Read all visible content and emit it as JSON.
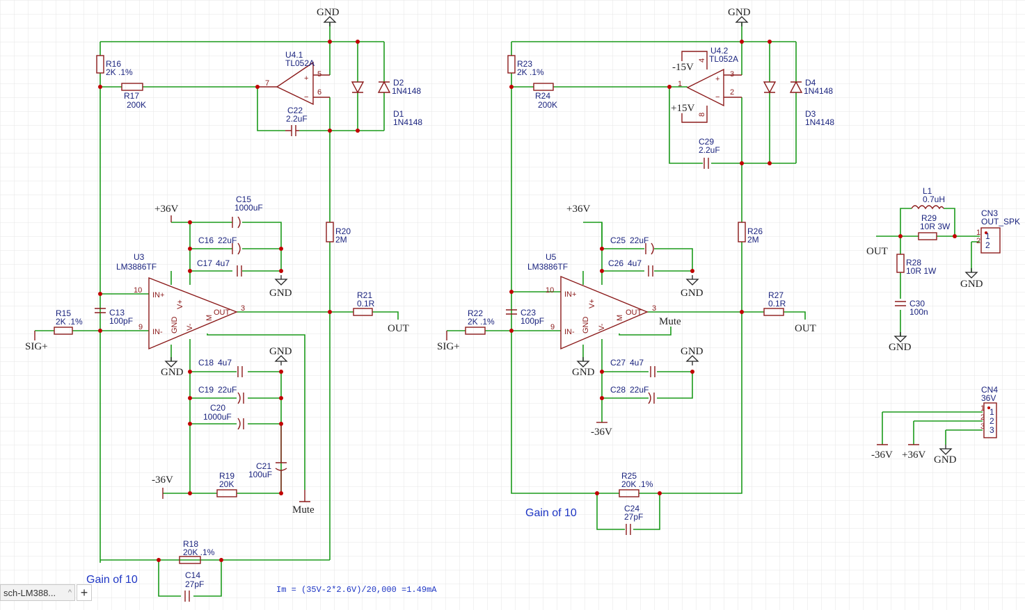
{
  "sheet": {
    "tab_label": "sch-LM388...",
    "add_tab_symbol": "+",
    "tab_chevron": "^"
  },
  "colors": {
    "wire": "#1a9a1a",
    "part": "#8b1a1a",
    "label": "#1a237e",
    "note": "#1d35c4",
    "grid": "#e6e6e6"
  },
  "icons": {
    "add_tab": "plus-icon",
    "tab_menu": "chevron-up-icon"
  },
  "nets": {
    "gnd": "GND",
    "p36": "+36V",
    "n36": "-36V",
    "p15": "+15V",
    "n15": "-15V",
    "sig": "SIG+",
    "out": "OUT",
    "mute": "Mute"
  },
  "left": {
    "r16": [
      "R16",
      "2K .1%"
    ],
    "r17": [
      "R17",
      "200K"
    ],
    "u41": [
      "U4.1",
      "TL052A"
    ],
    "c22": [
      "C22",
      "2.2uF"
    ],
    "d2": [
      "D2",
      "1N4148"
    ],
    "d1": [
      "D1",
      "1N4148"
    ],
    "r20": [
      "R20",
      "2M"
    ],
    "c15": [
      "C15",
      "1000uF"
    ],
    "c16": [
      "C16",
      "22uF"
    ],
    "c17": [
      "C17",
      "4u7"
    ],
    "u3": [
      "U3",
      "LM3886TF"
    ],
    "c13": [
      "C13",
      "100pF"
    ],
    "r15": [
      "R15",
      "2K .1%"
    ],
    "r21": [
      "R21",
      "0.1R"
    ],
    "c18": [
      "C18",
      "4u7"
    ],
    "c19": [
      "C19",
      "22uF"
    ],
    "c20": [
      "C20",
      "1000uF"
    ],
    "c21": [
      "C21",
      "100uF"
    ],
    "r19": [
      "R19",
      "20K"
    ],
    "r18": [
      "R18",
      "20K .1%"
    ],
    "c14": [
      "C14",
      "27pF"
    ],
    "gain": "Gain of 10"
  },
  "right": {
    "r23": [
      "R23",
      "2K .1%"
    ],
    "r24": [
      "R24",
      "200K"
    ],
    "u42": [
      "U4.2",
      "TL052A"
    ],
    "c29": [
      "C29",
      "2.2uF"
    ],
    "d4": [
      "D4",
      "1N4148"
    ],
    "d3": [
      "D3",
      "1N4148"
    ],
    "r26": [
      "R26",
      "2M"
    ],
    "c25": [
      "C25",
      "22uF"
    ],
    "c26": [
      "C26",
      "4u7"
    ],
    "u5": [
      "U5",
      "LM3886TF"
    ],
    "c23": [
      "C23",
      "100pF"
    ],
    "r22": [
      "R22",
      "2K .1%"
    ],
    "r27": [
      "R27",
      "0.1R"
    ],
    "c27": [
      "C27",
      "4u7"
    ],
    "c28": [
      "C28",
      "22uF"
    ],
    "r25": [
      "R25",
      "20K .1%"
    ],
    "c24": [
      "C24",
      "27pF"
    ],
    "gain": "Gain of 10"
  },
  "output_net": {
    "l1": [
      "L1",
      "0.7uH"
    ],
    "r29": [
      "R29",
      "10R 3W"
    ],
    "r28": [
      "R28",
      "10R 1W"
    ],
    "c30": [
      "C30",
      "100n"
    ],
    "cn3": [
      "CN3",
      "OUT_SPK"
    ]
  },
  "power_conn": {
    "cn4": [
      "CN4",
      "36V"
    ]
  },
  "opamp_pins": {
    "inp": "IN+",
    "inn": "IN-",
    "vp": "V+",
    "vn": "V-",
    "gnd": "GND",
    "m": "M",
    "out": "OUT"
  },
  "pin_numbers": {
    "p1": "1",
    "p2": "2",
    "p3": "3",
    "p4": "4",
    "p5": "5",
    "p6": "6",
    "p7": "7",
    "p8": "8",
    "p9": "9",
    "p10": "10"
  },
  "formula": "Im = (35V-2*2.6V)/20,000 =1.49mA"
}
